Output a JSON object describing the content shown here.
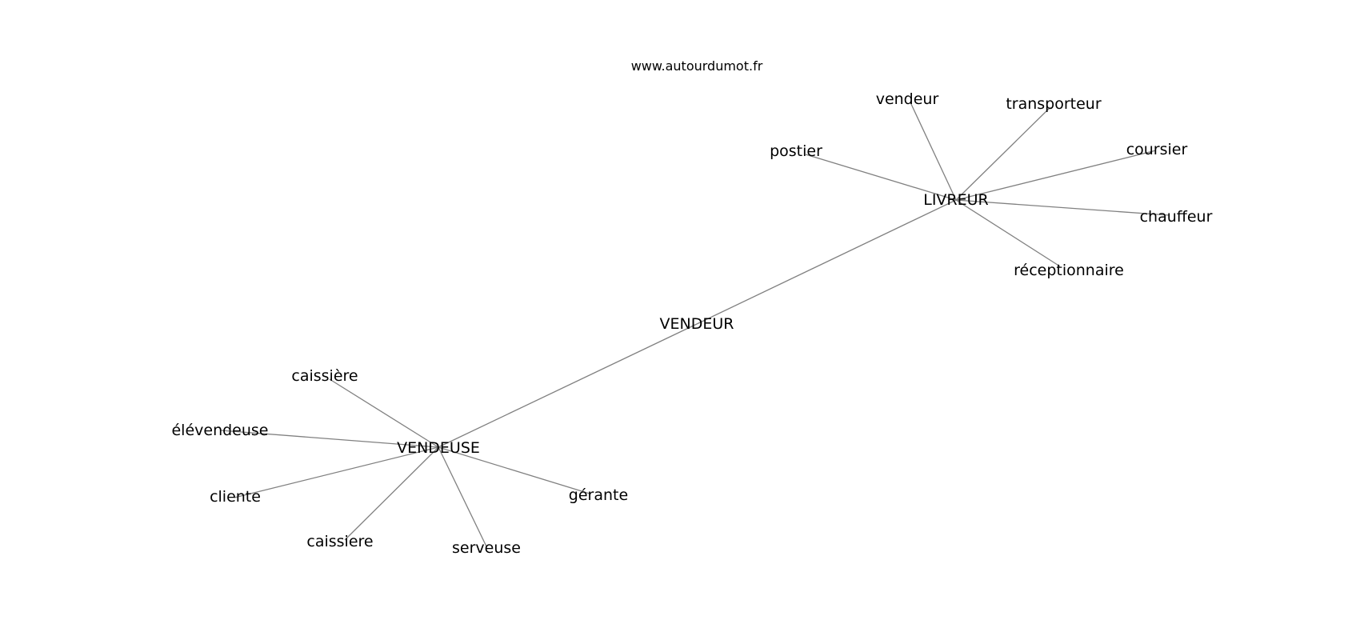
{
  "watermark": "www.autourdumot.fr",
  "center": "VENDEUR",
  "hubs": [
    {
      "key": "livreur",
      "label": "LIVREUR",
      "neighbors": [
        "vendeur",
        "transporteur",
        "postier",
        "coursier",
        "chauffeur",
        "réceptionnaire"
      ]
    },
    {
      "key": "vendeuse",
      "label": "VENDEUSE",
      "neighbors": [
        "caissière",
        "élévendeuse",
        "cliente",
        "caissiere",
        "serveuse",
        "gérante"
      ]
    }
  ],
  "edge_color": "#808080"
}
